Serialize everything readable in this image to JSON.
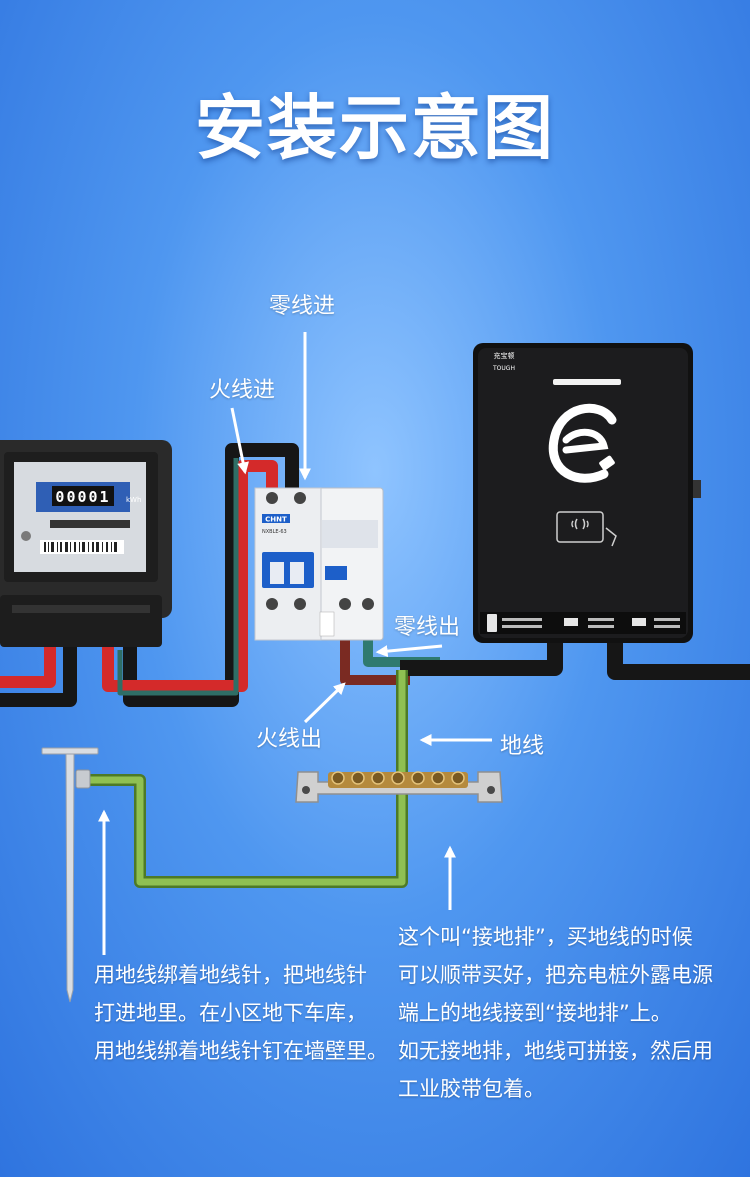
{
  "title": "安装示意图",
  "labels": {
    "neutral_in": "零线进",
    "live_in": "火线进",
    "neutral_out": "零线出",
    "live_out": "火线出",
    "ground": "地线"
  },
  "meter": {
    "reading": "00001",
    "unit": "kWh"
  },
  "breaker": {
    "brand": "CHNT",
    "model": "NXBLE-63"
  },
  "charger": {
    "brand_top": "充宝顿",
    "brand_bottom": "TOUGH"
  },
  "notes": {
    "left": [
      "用地线绑着地线针，把地线针",
      "打进地里。在小区地下车库，",
      "用地线绑着地线针钉在墙壁里。"
    ],
    "right": [
      "这个叫“接地排”，买地线的时候",
      "可以顺带买好，把充电桩外露电源",
      "端上的地线接到“接地排”上。",
      "如无接地排，地线可拼接，然后用",
      "工业胶带包着。"
    ]
  },
  "colors": {
    "background": "#3a82e6",
    "live_wire": "#d42a2a",
    "neutral_wire": "#1a1a1a",
    "ground_wire": "#7fb347",
    "text": "#ffffff"
  }
}
